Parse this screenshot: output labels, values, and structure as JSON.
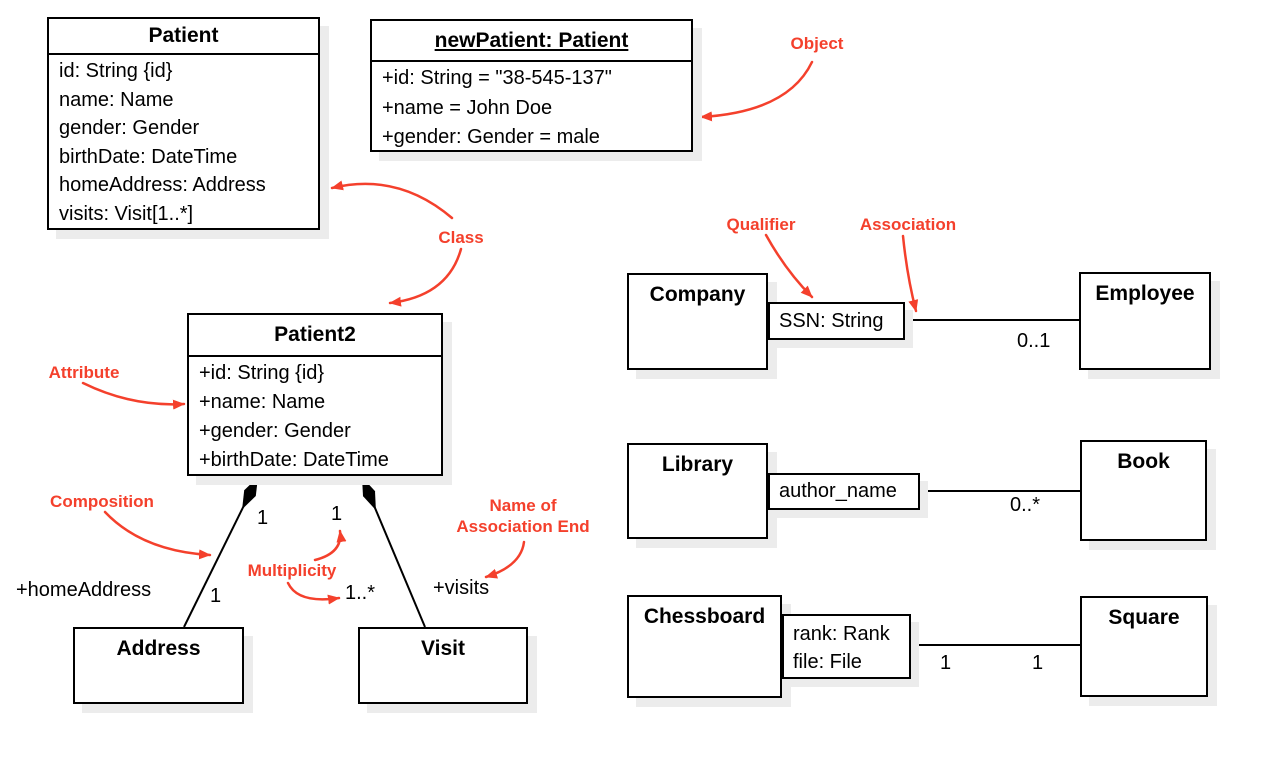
{
  "diagram": {
    "patient": {
      "title": "Patient",
      "attributes": [
        "id: String {id}",
        "name: Name",
        "gender: Gender",
        "birthDate: DateTime",
        "homeAddress: Address",
        "visits: Visit[1..*]"
      ]
    },
    "new_patient": {
      "title": "newPatient: Patient",
      "attributes": [
        "+id: String = \"38-545-137\"",
        "+name = John Doe",
        "+gender: Gender = male"
      ]
    },
    "patient2": {
      "title": "Patient2",
      "attributes": [
        "+id: String {id}",
        "+name: Name",
        "+gender: Gender",
        "+birthDate: DateTime"
      ]
    },
    "address": {
      "title": "Address"
    },
    "visit": {
      "title": "Visit"
    },
    "company": {
      "title": "Company"
    },
    "employee": {
      "title": "Employee"
    },
    "library": {
      "title": "Library"
    },
    "book": {
      "title": "Book"
    },
    "chessboard": {
      "title": "Chessboard"
    },
    "square": {
      "title": "Square"
    },
    "qualifiers": {
      "company_employee": "SSN: String",
      "library_book": "author_name",
      "chessboard_square": [
        "rank: Rank",
        "file: File"
      ]
    },
    "multiplicities": {
      "patient2_address_near": "1",
      "patient2_visit_near": "1",
      "address_end": "1",
      "visit_end": "1..*",
      "employee_end": "0..1",
      "book_end": "0..*",
      "chessboard_line_left": "1",
      "chessboard_line_right": "1"
    },
    "association_ends": {
      "home_address": "+homeAddress",
      "visits": "+visits"
    }
  },
  "annotations": {
    "object": "Object",
    "class": "Class",
    "attribute": "Attribute",
    "composition": "Composition",
    "multiplicity": "Multiplicity",
    "name_of_association_end": [
      "Name of",
      "Association End"
    ],
    "qualifier": "Qualifier",
    "association": "Association"
  },
  "colors": {
    "annotation_red": "#f4402c",
    "line_black": "#000000",
    "shadow_gray": "#ececec"
  }
}
